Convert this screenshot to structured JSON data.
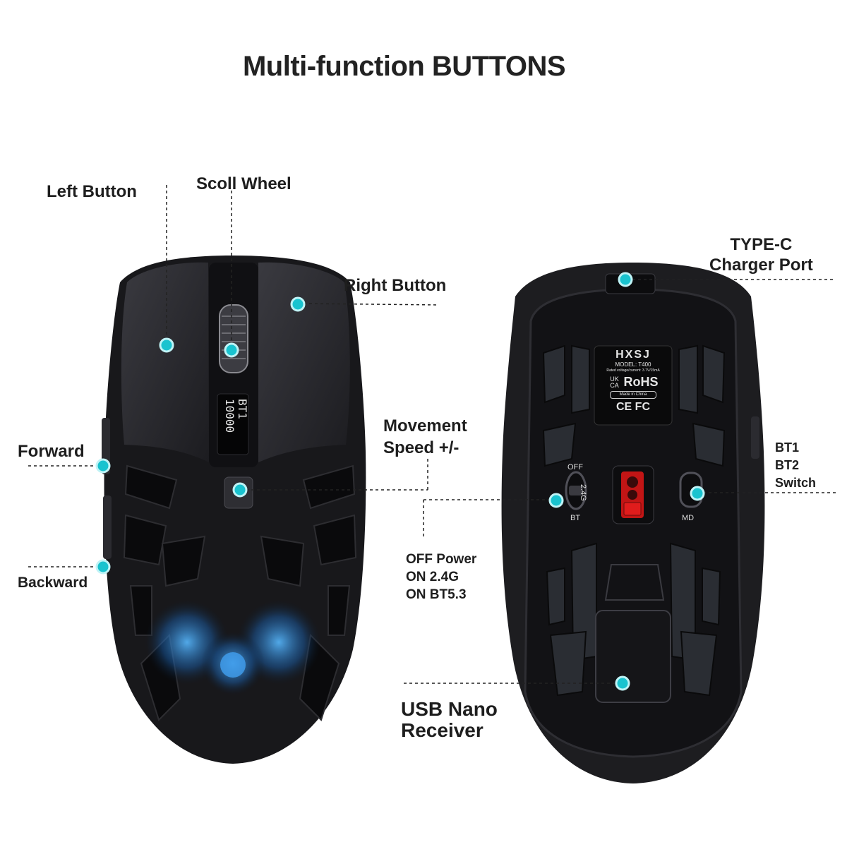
{
  "title": "Multi-function BUTTONS",
  "labels": {
    "left_button": "Left Button",
    "scroll_wheel": "Scoll Wheel",
    "right_button": "Right Button",
    "forward": "Forward",
    "backward": "Backward",
    "movement_speed": [
      "Movement",
      "Speed +/-"
    ],
    "type_c": [
      "TYPE-C",
      "Charger Port"
    ],
    "bt_switch": [
      "BT1",
      "BT2",
      "Switch"
    ],
    "power_modes": [
      "OFF Power",
      "ON 2.4G",
      "ON BT5.3"
    ],
    "usb_receiver": [
      "USB Nano",
      "Receiver"
    ]
  },
  "mouse_top": {
    "screen_mode": "BT1",
    "screen_dpi": "10000"
  },
  "mouse_bottom": {
    "brand": "HXSJ",
    "model": "MODEL: T400",
    "rated": "Rated voltage/current: 3.7V/15mA",
    "ukca": "UK CA",
    "rohs": "RoHS",
    "made_in": "Made in China",
    "ce_fc": "CE FC",
    "switch_off": "OFF",
    "switch_24g": "2.4G",
    "switch_bt": "BT",
    "switch_md": "MD"
  },
  "colors": {
    "accent_dot": "#19c3cf",
    "mouse_body": "#1b1b1e",
    "mouse_shell": "#2a2a2e",
    "sensor_red": "#e01c1c",
    "led_glow": "#2f8fd8"
  }
}
